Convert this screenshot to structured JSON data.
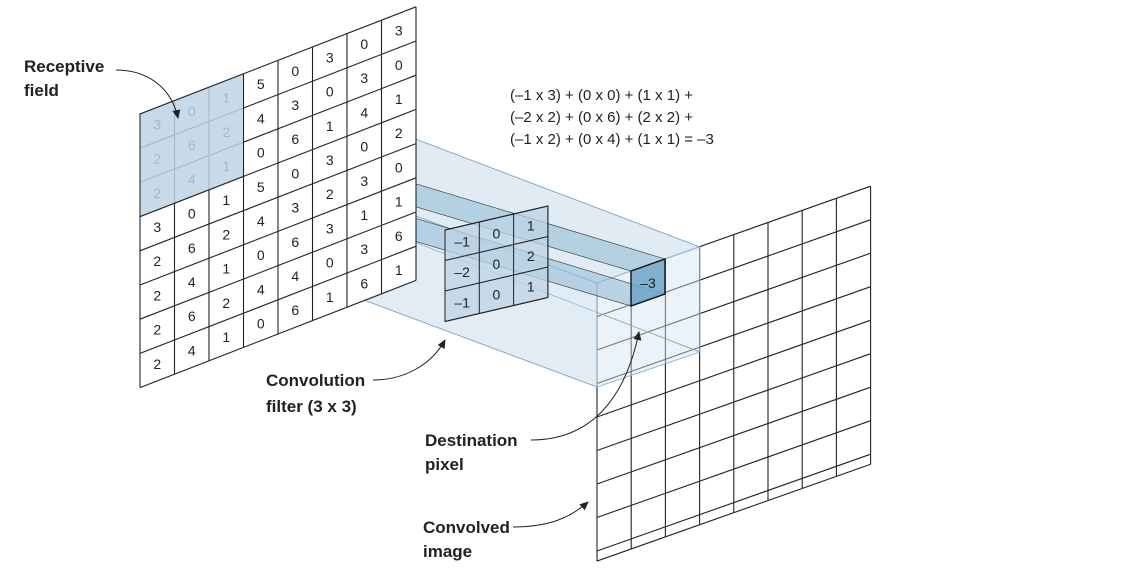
{
  "labels": {
    "receptive_field": [
      "Receptive",
      "field"
    ],
    "convolution_filter": [
      "Convolution",
      "filter (3 x 3)"
    ],
    "destination_pixel": [
      "Destination",
      "pixel"
    ],
    "convolved_image": [
      "Convolved",
      "image"
    ]
  },
  "formula": [
    "(–1 x 3) + (0 x 0) + (1 x 1) +",
    "(–2 x 2) + (0 x 6) + (2 x 2) +",
    "(–1 x 2) + (0 x 4) + (1 x 1) = –3"
  ],
  "input_grid": [
    [
      "3",
      "0",
      "1",
      "5",
      "0",
      "3",
      "0",
      "3"
    ],
    [
      "2",
      "6",
      "2",
      "4",
      "3",
      "0",
      "3",
      "0"
    ],
    [
      "2",
      "4",
      "1",
      "0",
      "6",
      "1",
      "4",
      "1"
    ],
    [
      "3",
      "0",
      "1",
      "5",
      "0",
      "3",
      "0",
      "2"
    ],
    [
      "2",
      "6",
      "2",
      "4",
      "3",
      "2",
      "3",
      "0"
    ],
    [
      "2",
      "4",
      "1",
      "0",
      "6",
      "3",
      "1",
      "1"
    ],
    [
      "2",
      "6",
      "2",
      "4",
      "4",
      "0",
      "3",
      "6"
    ],
    [
      "2",
      "4",
      "1",
      "0",
      "6",
      "1",
      "6",
      "1"
    ]
  ],
  "filter_grid": [
    [
      "–1",
      "0",
      "1"
    ],
    [
      "–2",
      "0",
      "2"
    ],
    [
      "–1",
      "0",
      "1"
    ]
  ],
  "destination_value": "–3",
  "colors": {
    "highlight": "#bcd4e6",
    "highlight_dark": "#8fb9d6",
    "beam": "#d2e3f0",
    "line": "#222222"
  }
}
